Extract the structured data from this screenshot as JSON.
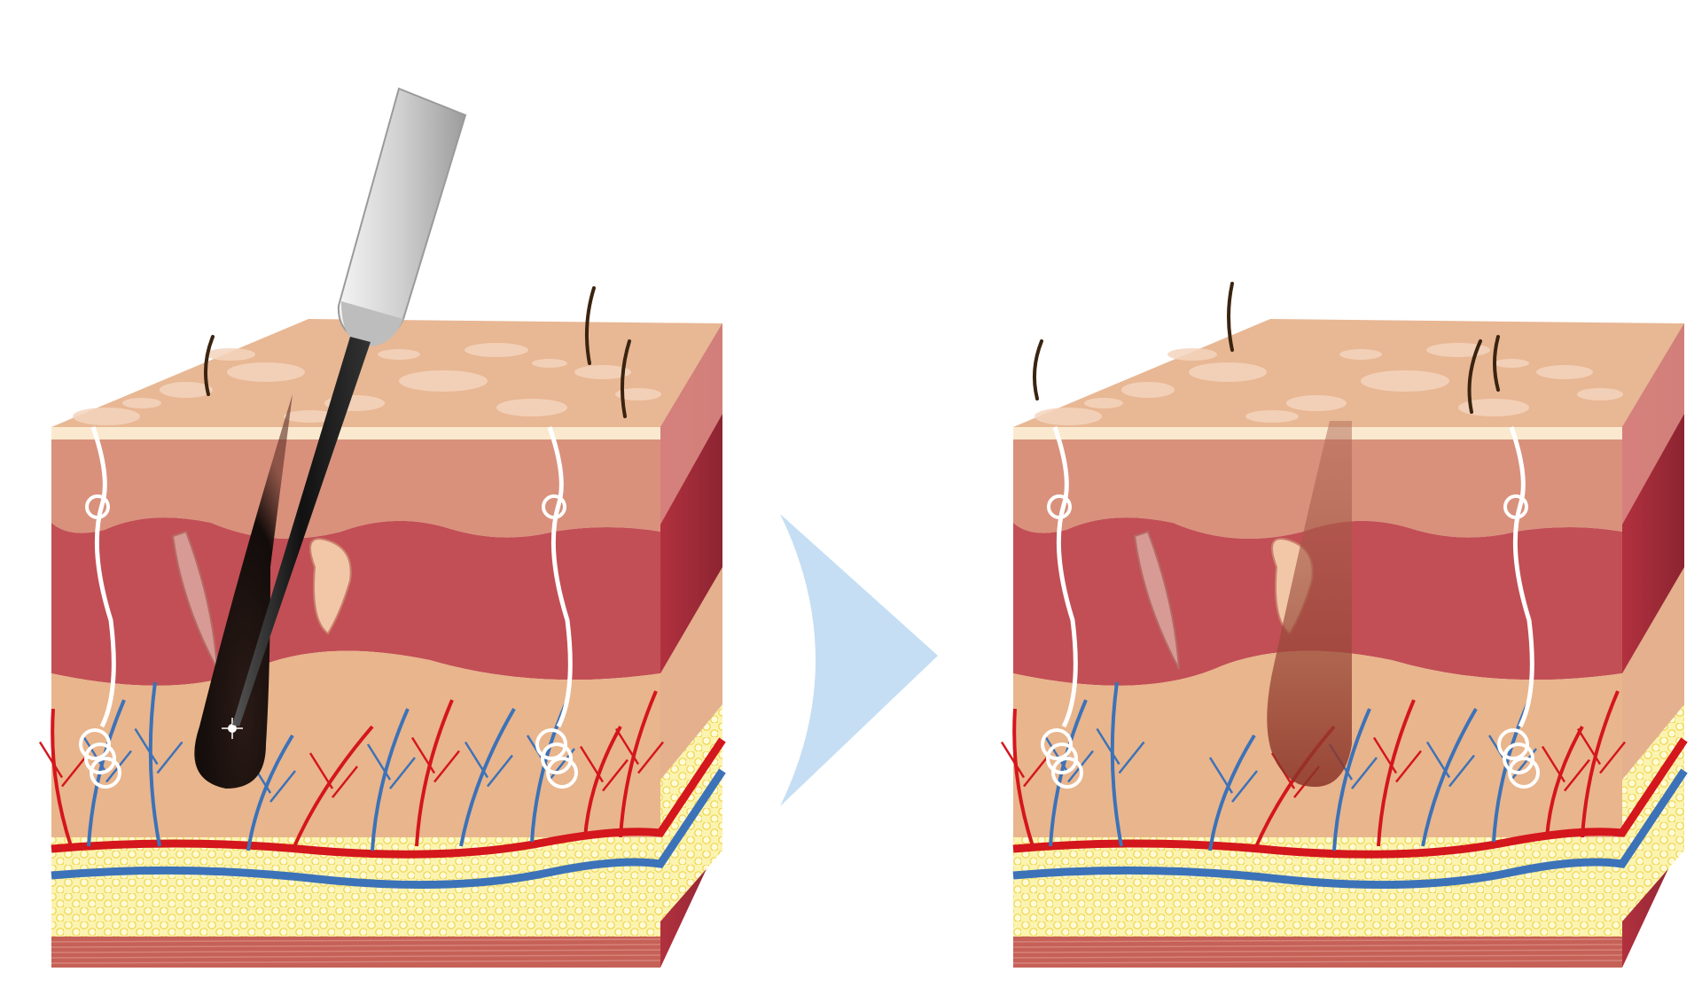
{
  "diagram": {
    "panels": [
      {
        "id": "before",
        "state": "electrolysis-probe-in-follicle"
      },
      {
        "id": "after",
        "state": "follicle-destroyed"
      }
    ],
    "arrow": {
      "direction": "right"
    }
  },
  "colors": {
    "background": "#ffffff",
    "skin_surface": "#e8b794",
    "skin_spots": "#f3d5bd",
    "epidermis_line": "#fbe9cf",
    "dermis_upper": "#d9917c",
    "dermis_mid": "#c24f55",
    "dermis_lower": "#e9b58c",
    "fat": "#fbf0a0",
    "fat_cells": "#f7df5a",
    "muscle": "#c56157",
    "side_face": "#9e2a36",
    "artery": "#d4161d",
    "vein": "#3c72b8",
    "nerve": "#ffffff",
    "hair": "#3a2410",
    "follicle_before": "#1a1210",
    "follicle_after": "#9a3a2e",
    "arrow": "#c5def4",
    "probe_handle": "#d8d8d8"
  },
  "icons": [
    "electrolysis-needle-icon",
    "hair-strand-icon",
    "chevron-right-arrow-icon"
  ]
}
